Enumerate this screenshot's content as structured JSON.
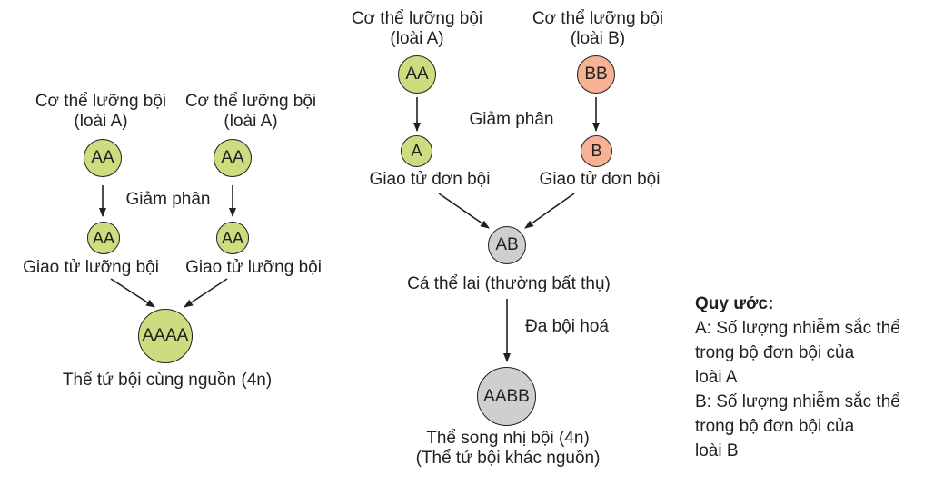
{
  "left": {
    "parent_label_line1": "Cơ thể lưỡng bội",
    "parent_label_line2": "(loài A)",
    "parent_genotype": "AA",
    "meiosis_label": "Giảm phân",
    "gamete_genotype": "AA",
    "gamete_label": "Giao tử lưỡng bội",
    "offspring_genotype": "AAAA",
    "offspring_label": "Thể tứ bội cùng nguồn (4n)"
  },
  "right": {
    "parent_a_line1": "Cơ thể lưỡng bội",
    "parent_a_line2": "(loài A)",
    "parent_a_genotype": "AA",
    "parent_b_line1": "Cơ thể lưỡng bội",
    "parent_b_line2": "(loài B)",
    "parent_b_genotype": "BB",
    "meiosis_label": "Giảm phân",
    "gamete_a_genotype": "A",
    "gamete_b_genotype": "B",
    "gamete_label": "Giao tử đơn bội",
    "hybrid_genotype": "AB",
    "hybrid_label": "Cá thể lai (thường bất thụ)",
    "polyploidy_label": "Đa bội hoá",
    "final_genotype": "AABB",
    "final_label_line1": "Thể song nhị bội (4n)",
    "final_label_line2": "(Thể tứ bội khác nguồn)"
  },
  "legend": {
    "title": "Quy ước:",
    "a_line1": "A: Số lượng nhiễm sắc thể",
    "a_line2": "trong bộ đơn bội của",
    "a_line3": "loài A",
    "b_line1": "B: Số lượng nhiễm sắc thể",
    "b_line2": "trong bộ đơn bội của",
    "b_line3": "loài B"
  },
  "colors": {
    "green": "#cddc7e",
    "peach": "#f6b293",
    "gray": "#cfcfd0",
    "line": "#231f20"
  }
}
